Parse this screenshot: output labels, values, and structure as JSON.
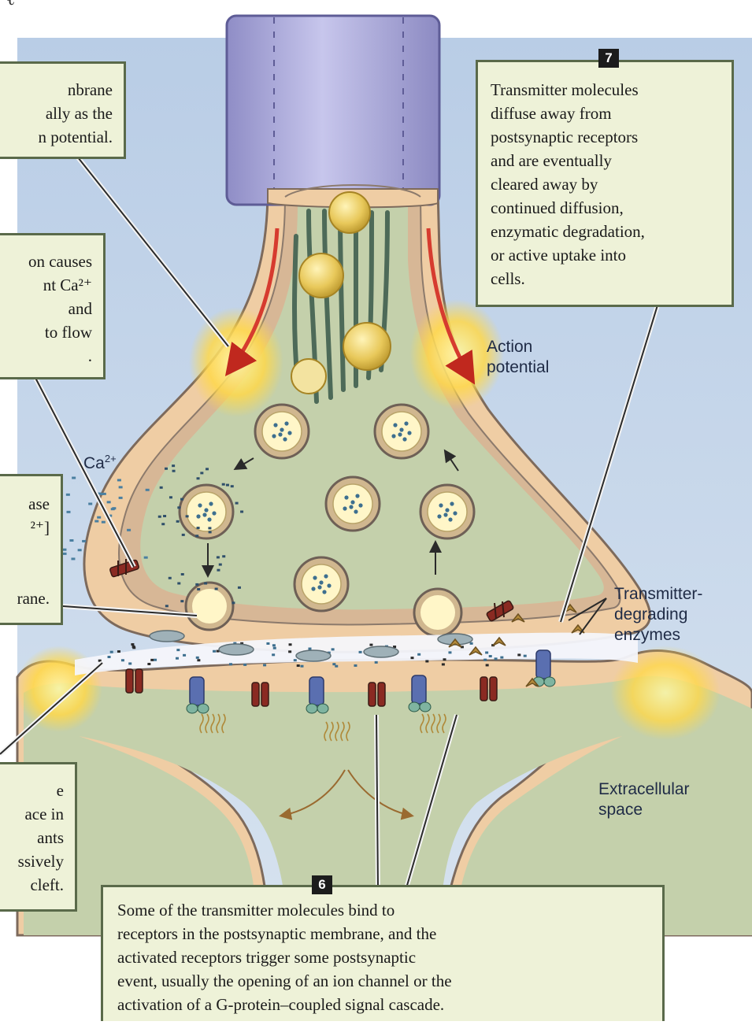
{
  "partial_title": "ℓ",
  "callouts": {
    "c7": {
      "number": "7",
      "lines": [
        "Transmitter molecules",
        "diffuse away from",
        "postsynaptic receptors",
        "and are eventually",
        "cleared away by",
        "continued diffusion,",
        "enzymatic degradation,",
        "or active uptake into",
        "cells."
      ]
    },
    "c6": {
      "number": "6",
      "lines": [
        "Some of the transmitter molecules bind to",
        "receptors in the postsynaptic membrane, and the",
        "activated receptors trigger some postsynaptic",
        "event, usually the opening of an ion channel or the",
        "activation of a G-protein–coupled signal cascade."
      ]
    },
    "left1": {
      "lines": [
        "nbrane",
        "ally as the",
        "n potential."
      ]
    },
    "left2": {
      "lines": [
        "on causes",
        "nt Ca²⁺",
        "and",
        "to flow",
        "."
      ]
    },
    "left3": {
      "lines": [
        "ase",
        "²⁺]",
        "",
        "rane."
      ]
    },
    "left4": {
      "lines": [
        "e",
        "ace in",
        "ants",
        "ssively",
        "cleft."
      ]
    }
  },
  "labels": {
    "action_potential": [
      "Action",
      "potential"
    ],
    "calcium": "Ca",
    "calcium_sup": "2+",
    "enzymes": [
      "Transmitter-",
      "degrading",
      "enzymes"
    ],
    "extracellular": [
      "Extracellular",
      "space"
    ]
  },
  "colors": {
    "background_blue": "#c2d3e8",
    "membrane_tan": "#f1cfa7",
    "cytoplasm_green": "#c4d1ad",
    "axon_purple": "#a9a8d8",
    "callout_fill": "#eef2d8",
    "vesicle_gold": "#e6c85a",
    "action_potential_red": "#d63b2f",
    "receptor_blue": "#5a6fb0"
  }
}
